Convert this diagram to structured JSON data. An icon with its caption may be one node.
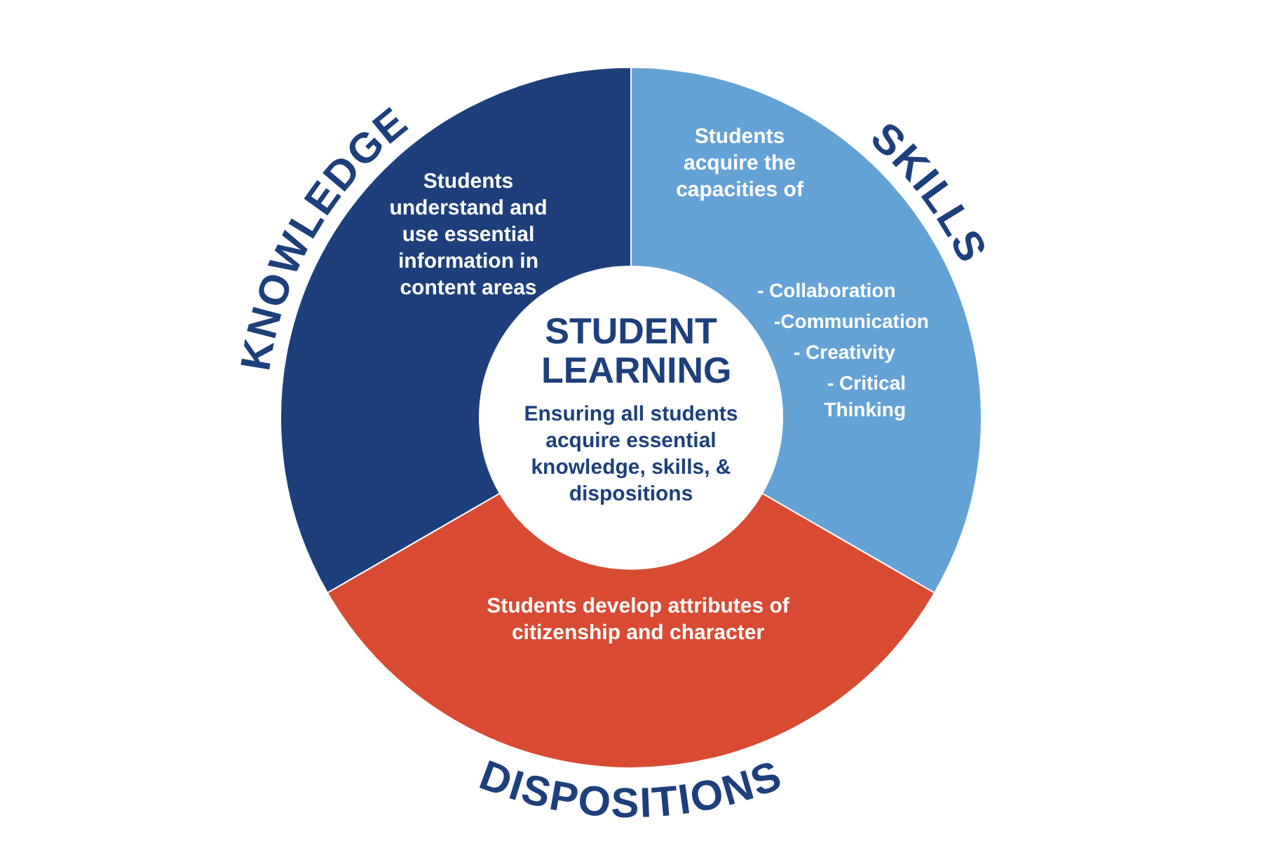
{
  "diagram": {
    "nodes": [
      {
        "text": [
          "KNOWLEDGE",
          "Students understand and use essential information in content areas"
        ]
      },
      {
        "text": [
          "Students acquire the capacities of",
          "SKILLS",
          "- Collaboration",
          "-Communication",
          "- Creativity",
          "- Critical Thinking"
        ]
      },
      {
        "text": [
          "STUDENT LEARNING",
          "Ensuring all students acquire essential knowledge, skills, & dispositions"
        ]
      },
      {
        "text": [
          "Students develop attributes of citizenship and character",
          "DISPOSITIONS"
        ]
      }
    ]
  }
}
